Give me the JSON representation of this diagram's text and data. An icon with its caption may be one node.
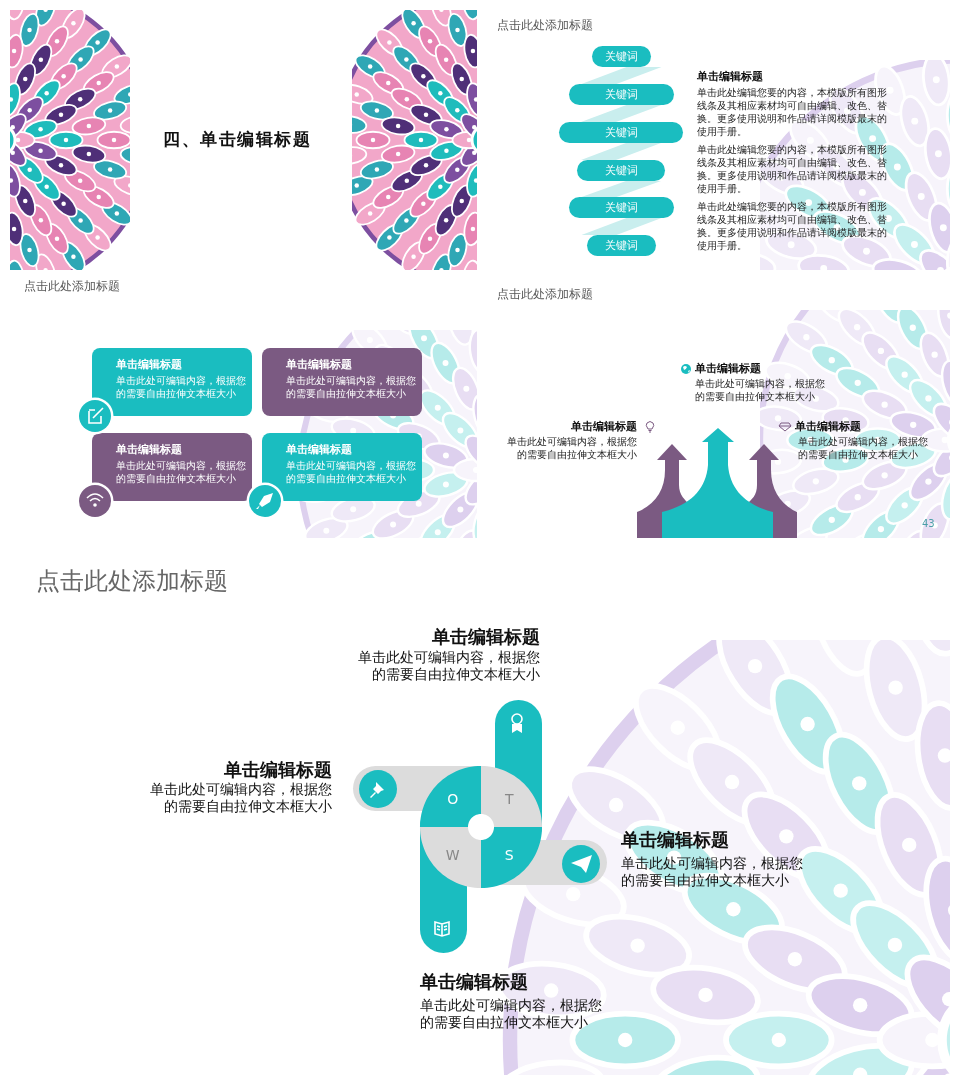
{
  "diagram": {
    "nodes": [
      {
        "text": [
          "关键词"
        ]
      },
      {
        "text": [
          "关键词"
        ]
      },
      {
        "text": [
          "关键词"
        ]
      },
      {
        "text": [
          "关键词"
        ]
      },
      {
        "text": [
          "关键词"
        ]
      },
      {
        "text": [
          "关键词"
        ]
      },
      {
        "text": [
          "单击编辑标题",
          "单击此处可编辑内容，根据您的需要自由拉伸文本框大小"
        ]
      },
      {
        "text": [
          "单击编辑标题",
          "单击此处可编辑内容，根据您的需要自由拉伸文本框大小"
        ]
      },
      {
        "text": [
          "单击编辑标题",
          "单击此处可编辑内容，根据您的需要自由拉伸文本框大小"
        ]
      },
      {
        "text": [
          "单击编辑标题",
          "单击此处可编辑内容，根据您的需要自由拉伸文本框大小"
        ]
      },
      {
        "text": [
          "O"
        ]
      },
      {
        "text": [
          "T"
        ]
      },
      {
        "text": [
          "W"
        ]
      },
      {
        "text": [
          "S"
        ]
      }
    ],
    "labels": [
      "四、单击编辑标题",
      "点击此处添加标题",
      "单击编辑标题",
      "单击此处编辑您要的内容，本模版所有图形线条及其相应素材均可自由编辑、改色、替换。更多使用说明和作品请详阅模版最末的使用手册。",
      "单击此处编辑您要的内容，本模版所有图形线条及其相应素材均可自由编辑、改色、替换。更多使用说明和作品请详阅模版最末的使用手册。",
      "单击此处编辑您要的内容，本模版所有图形线条及其相应素材均可自由编辑、改色、替换。更多使用说明和作品请详阅模版最末的使用手册。",
      "点击此处添加标题",
      "点击此处添加标题",
      "单击编辑标题",
      "单击此处可编辑内容，根据您的需要自由拉伸文本框大小",
      "单击编辑标题",
      "单击此处可编辑内容，根据您的需要自由拉伸文本框大小",
      "单击编辑标题",
      "单击此处可编辑内容，根据您的需要自由拉伸文本框大小",
      "43",
      "点击此处添加标题",
      "单击编辑标题",
      "单击此处可编辑内容，根据您的需要自由拉伸文本框大小",
      "单击编辑标题",
      "单击此处可编辑内容，根据您的需要自由拉伸文本框大小",
      "单击编辑标题",
      "单击此处可编辑内容，根据您的需要自由拉伸文本框大小",
      "单击编辑标题",
      "单击此处可编辑内容，根据您的需要自由拉伸文本框大小"
    ]
  }
}
